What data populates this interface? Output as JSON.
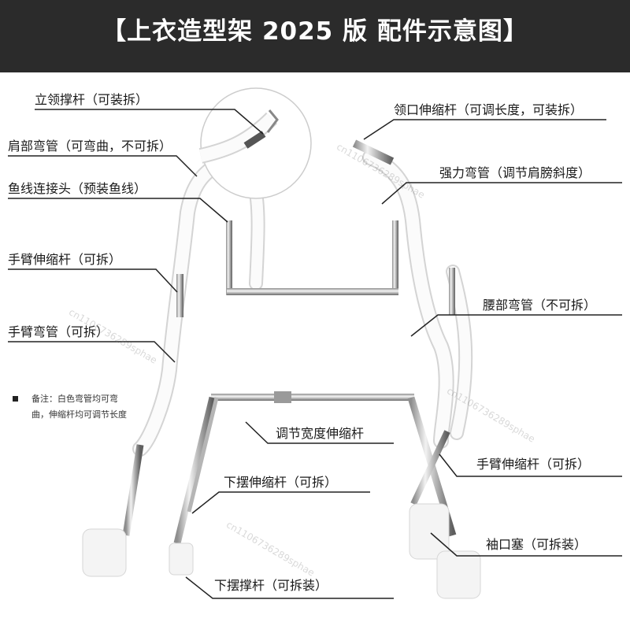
{
  "header": {
    "title": "【上衣造型架 2025 版 配件示意图】",
    "background": "#2b2b2b",
    "text_color": "#ffffff"
  },
  "labels": {
    "collar_rod": "立领撑杆（可装拆）",
    "shoulder_bend": "肩部弯管（可弯曲，不可拆）",
    "fishline_connector": "鱼线连接头（预装鱼线）",
    "arm_telescopic_left": "手臂伸缩杆（可拆）",
    "arm_bend": "手臂弯管（可拆）",
    "neck_telescopic": "领口伸缩杆（可调长度，可装拆）",
    "strong_bend": "强力弯管（调节肩膀斜度）",
    "waist_bend": "腰部弯管（不可拆）",
    "width_telescopic": "调节宽度伸缩杆",
    "hem_telescopic": "下摆伸缩杆（可拆）",
    "arm_telescopic_right": "手臂伸缩杆（可拆）",
    "cuff_plug": "袖口塞（可拆装）",
    "hem_support": "下摆撑杆（可拆装）"
  },
  "note": {
    "text": "备注：白色弯管均可弯曲，伸缩杆均可调节长度"
  },
  "watermark": "cn1106736289sphae"
}
